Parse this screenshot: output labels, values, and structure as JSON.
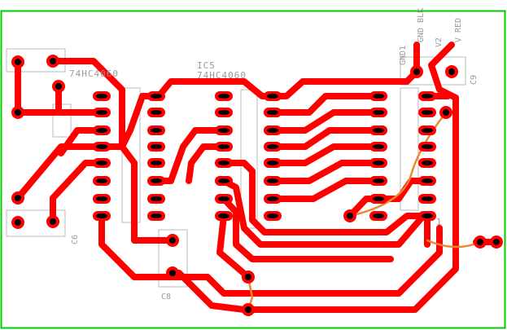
{
  "colors": {
    "board_edge": "#00cc00",
    "copper": "#ff0000",
    "drill": "#000000",
    "silkscreen": "#9a9a9a",
    "jumper": "#ee8833",
    "background": "#ffffff"
  },
  "labels": {
    "ic_left_part": "74HC4060",
    "ic_mid_ref": "IC5",
    "ic_mid_part": "74HC4060",
    "ic_right_part": "1",
    "cap_c6": "C6",
    "cap_c8": "C8",
    "cap_c9": "C9",
    "conn_gnd1": "GND1",
    "conn_gnd_blk": "GND BLK",
    "conn_v2": "V2",
    "conn_v_red": "V RED"
  }
}
